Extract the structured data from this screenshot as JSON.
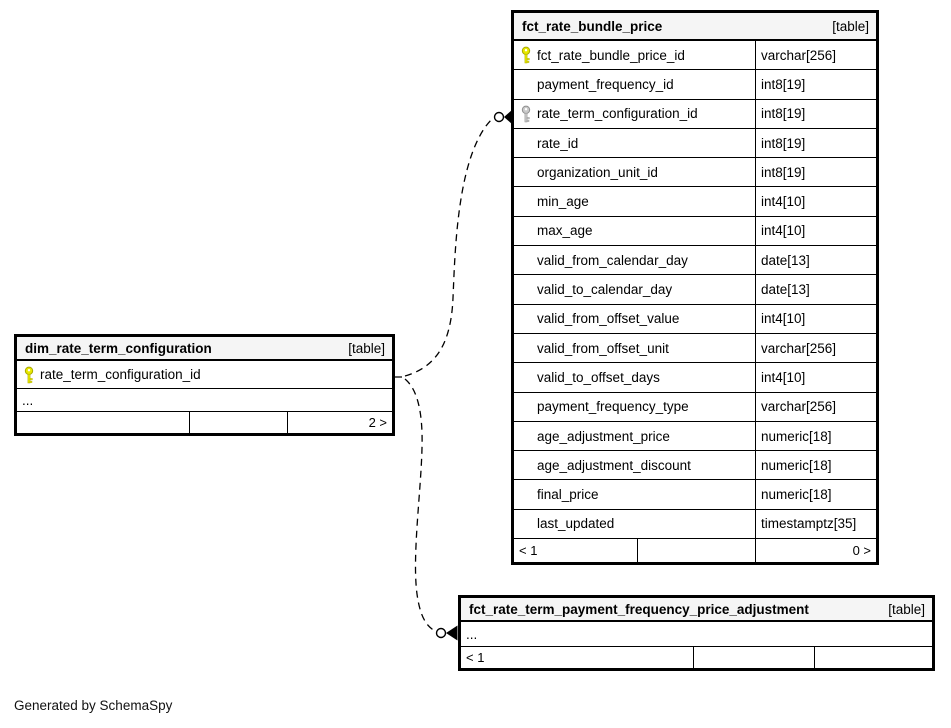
{
  "page": {
    "footer_note": "Generated by SchemaSpy"
  },
  "colors": {
    "canvas": "#ffffff",
    "table_border": "#000000",
    "header_bg": "#f5f5f5",
    "row_bg": "#ffffff",
    "primary_key": "#e8e800",
    "foreign_key": "#c9c9c9",
    "line": "#000000",
    "text": "#000000"
  },
  "tables": [
    {
      "id": "fct_rate_bundle_price",
      "title": "fct_rate_bundle_price",
      "badge": "[table]",
      "columns": [
        {
          "name": "fct_rate_bundle_price_id",
          "type": "varchar[256]",
          "key": "primary"
        },
        {
          "name": "payment_frequency_id",
          "type": "int8[19]",
          "key": null
        },
        {
          "name": "rate_term_configuration_id",
          "type": "int8[19]",
          "key": "foreign"
        },
        {
          "name": "rate_id",
          "type": "int8[19]",
          "key": null
        },
        {
          "name": "organization_unit_id",
          "type": "int8[19]",
          "key": null
        },
        {
          "name": "min_age",
          "type": "int4[10]",
          "key": null
        },
        {
          "name": "max_age",
          "type": "int4[10]",
          "key": null
        },
        {
          "name": "valid_from_calendar_day",
          "type": "date[13]",
          "key": null
        },
        {
          "name": "valid_to_calendar_day",
          "type": "date[13]",
          "key": null
        },
        {
          "name": "valid_from_offset_value",
          "type": "int4[10]",
          "key": null
        },
        {
          "name": "valid_from_offset_unit",
          "type": "varchar[256]",
          "key": null
        },
        {
          "name": "valid_to_offset_days",
          "type": "int4[10]",
          "key": null
        },
        {
          "name": "payment_frequency_type",
          "type": "varchar[256]",
          "key": null
        },
        {
          "name": "age_adjustment_price",
          "type": "numeric[18]",
          "key": null
        },
        {
          "name": "age_adjustment_discount",
          "type": "numeric[18]",
          "key": null
        },
        {
          "name": "final_price",
          "type": "numeric[18]",
          "key": null
        },
        {
          "name": "last_updated",
          "type": "timestamptz[35]",
          "key": null
        }
      ],
      "footer": {
        "left": "< 1",
        "middle": "",
        "right": "0 >"
      }
    },
    {
      "id": "dim_rate_term_configuration",
      "title": "dim_rate_term_configuration",
      "badge": "[table]",
      "columns": [
        {
          "name": "rate_term_configuration_id",
          "type": null,
          "key": "primary"
        },
        {
          "name": "...",
          "type": null,
          "key": null
        }
      ],
      "footer": {
        "left": "",
        "middle": "",
        "right": "2 >"
      }
    },
    {
      "id": "fct_rate_term_payment_frequency_price_adjustment",
      "title": "fct_rate_term_payment_frequency_price_adjustment",
      "badge": "[table]",
      "columns": [
        {
          "name": "...",
          "type": null,
          "key": null
        }
      ],
      "footer": {
        "left": "< 1",
        "middle": "",
        "right": ""
      }
    }
  ],
  "relationships": [
    {
      "from": "dim_rate_term_configuration.rate_term_configuration_id",
      "to": "fct_rate_bundle_price.rate_term_configuration_id",
      "line_style": "dashed",
      "end_marker": "circle-crowfoot"
    },
    {
      "from": "dim_rate_term_configuration.rate_term_configuration_id",
      "to": "fct_rate_term_payment_frequency_price_adjustment",
      "line_style": "dashed",
      "end_marker": "circle-crowfoot"
    }
  ]
}
